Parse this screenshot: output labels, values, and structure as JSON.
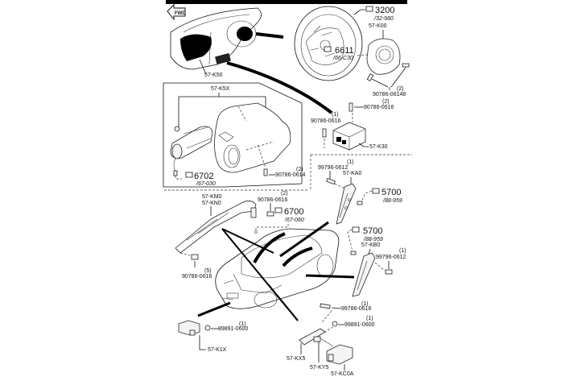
{
  "diagram": {
    "type": "exploded-parts-diagram",
    "direction_indicator": "FWD",
    "sections": {
      "steering_wheel": {
        "wheel_ref": {
          "number": "3200",
          "sub": "/32-980"
        },
        "switch_ref": {
          "number": "6611",
          "sub": "/66-C30"
        },
        "airbag_module": "57-K00",
        "bolt": {
          "part": "90786-06148",
          "qty": "(2)"
        }
      },
      "passenger_airbag": {
        "assembly": "57-K50",
        "module": "57-K5X",
        "harness_ref": {
          "number": "6702",
          "sub": "/67-030"
        },
        "bolt": {
          "part": "90786-0614",
          "qty": "(2)"
        }
      },
      "control_unit": {
        "unit": "57-K30",
        "bolt_top": {
          "part": "90786-0616",
          "qty": "(2)"
        },
        "bolt_left": {
          "part": "90786-0616",
          "qty": "(1)"
        }
      },
      "curtain_airbag": {
        "parts": [
          "57-KM0",
          "57-KN0"
        ],
        "bolt_top": {
          "part": "90786-0616",
          "qty": "(2)"
        },
        "harness_ref": {
          "number": "6700",
          "sub": "/67-060"
        },
        "bolt_bottom": {
          "part": "90786-0616",
          "qty": "(5)"
        }
      },
      "side_airbag_front": {
        "part": "57-KA0",
        "bolt": {
          "part": "99796-0612",
          "qty": "(1)"
        },
        "ref": {
          "number": "5700",
          "sub": "/88-959"
        }
      },
      "side_airbag_rear": {
        "part": "57-KB0",
        "bolt": {
          "part": "99796-0612",
          "qty": "(1)"
        },
        "ref": {
          "number": "5700",
          "sub": "/88-959"
        }
      },
      "front_sensor": {
        "part": "57-K1X",
        "nut": {
          "part": "99891-0600",
          "qty": "(1)"
        }
      },
      "side_sensor": {
        "parts": {
          "bracket": "57-KX5",
          "sensor": "57-KY5",
          "unit": "57-KC0A"
        },
        "bolt": {
          "part": "99786-0616",
          "qty": "(1)"
        },
        "nut": {
          "part": "99891-0600",
          "qty": "(1)"
        }
      }
    }
  }
}
